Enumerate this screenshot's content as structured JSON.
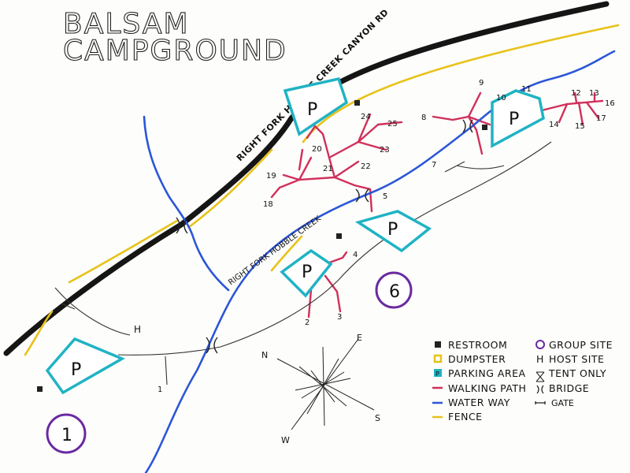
{
  "title": {
    "line1": "BALSAM",
    "line2": "CAMPGROUND"
  },
  "road_label": "RIGHT FORK HOBBLE CREEK CANYON RD",
  "creek_label": "RIGHT FORK HOBBLE CREEK",
  "parking_label": "P",
  "host_label": "H",
  "group_sites": [
    "1",
    "6"
  ],
  "sites": {
    "s1": "1",
    "s2": "2",
    "s3": "3",
    "s4": "4",
    "s5": "5",
    "s7": "7",
    "s8": "8",
    "s9": "9",
    "s10": "10",
    "s11": "11",
    "s12": "12",
    "s13": "13",
    "s14": "14",
    "s15": "15",
    "s16": "16",
    "s17": "17",
    "s18": "18",
    "s19": "19",
    "s20": "20",
    "s21": "21",
    "s22": "22",
    "s23": "23",
    "s24": "24",
    "s25": "25"
  },
  "compass": {
    "n": "N",
    "e": "E",
    "s": "S",
    "w": "W"
  },
  "legend": {
    "restroom": "RESTROOM",
    "dumpster": "DUMPSTER",
    "parking": "PARKING AREA",
    "walking_path": "WALKING PATH",
    "water_way": "WATER WAY",
    "fence": "FENCE",
    "group_site": "GROUP SITE",
    "host_symbol": "H",
    "host_site": "HOST SITE",
    "tent_only": "TENT ONLY",
    "bridge": "BRIDGE",
    "gate": "GATE"
  },
  "colors": {
    "road": "#151515",
    "fence": "#e8c21a",
    "water": "#2c56d8",
    "path": "#d0305a",
    "parking_border": "#1fb3c4",
    "group_ring": "#6a2aa0"
  }
}
